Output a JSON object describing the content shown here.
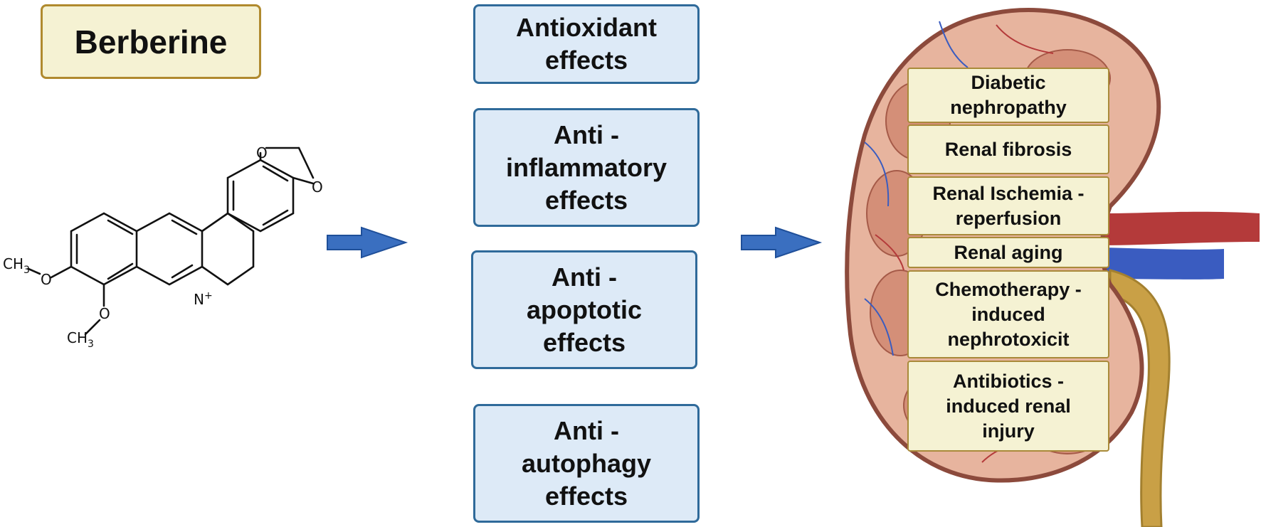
{
  "compound": {
    "name": "Berberine"
  },
  "molecule": {
    "atoms": {
      "o1": "O",
      "o2": "O",
      "o3": "O",
      "o4": "O",
      "n": "N",
      "charge": "+",
      "ch3a": "CH",
      "ch3a_sub": "3",
      "ch3b": "CH",
      "ch3b_sub": "3"
    }
  },
  "effects": [
    {
      "label": "Antioxidant\neffects"
    },
    {
      "label": "Anti -\ninflammatory\neffects"
    },
    {
      "label": "Anti -\napoptotic\neffects"
    },
    {
      "label": "Anti -\nautophagy\neffects"
    }
  ],
  "conditions": [
    {
      "label": "Diabetic\nnephropathy"
    },
    {
      "label": "Renal fibrosis"
    },
    {
      "label": "Renal Ischemia -\nreperfusion"
    },
    {
      "label": "Renal aging"
    },
    {
      "label": "Chemotherapy -\ninduced\nnephrotoxicit"
    },
    {
      "label": "Antibiotics -\ninduced renal\ninjury"
    }
  ],
  "colors": {
    "title_fill": "#f5f2d3",
    "title_border": "#b08a2e",
    "effect_fill": "#ddeaf7",
    "effect_border": "#2f6a9a",
    "arrow": "#3a6fc0",
    "kidney_outer": "#8c4a3c",
    "kidney_cortex": "#e7b49e",
    "artery": "#b43a3a",
    "vein": "#3a5cc0",
    "ureter": "#c9a046"
  }
}
